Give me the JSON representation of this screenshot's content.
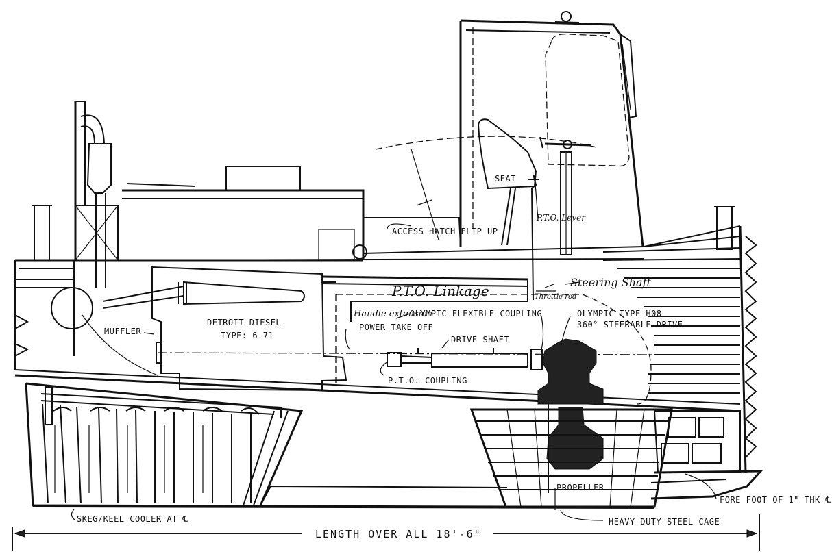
{
  "labels": {
    "seat": "SEAT",
    "access_hatch": "ACCESS HATCH FLIP UP",
    "pto_lever": "P.T.O. Lever",
    "pto_linkage": "P.T.O. Linkage",
    "throttle_rod": "Throttle rod",
    "steering_shaft": "Steering Shaft",
    "handle_extension": "Handle extension",
    "flexible_coupling": "OLYMPIC FLEXIBLE COUPLING",
    "drive_type": "OLYMPIC TYPE H08",
    "drive_desc": "360° STEERABLE DRIVE",
    "muffler": "MUFFLER",
    "engine": "DETROIT DIESEL",
    "engine_type": "TYPE: 6-71",
    "power_take_off": "POWER TAKE OFF",
    "drive_shaft": "DRIVE SHAFT",
    "pto_coupling": "P.T.O. COUPLING",
    "propeller": "PROPELLER",
    "fore_foot": "FORE FOOT OF 1\" THK ℄",
    "skeg": "SKEG/KEEL COOLER AT ℄",
    "cage": "HEAVY DUTY STEEL CAGE",
    "length": "LENGTH OVER ALL 18'-6\""
  }
}
